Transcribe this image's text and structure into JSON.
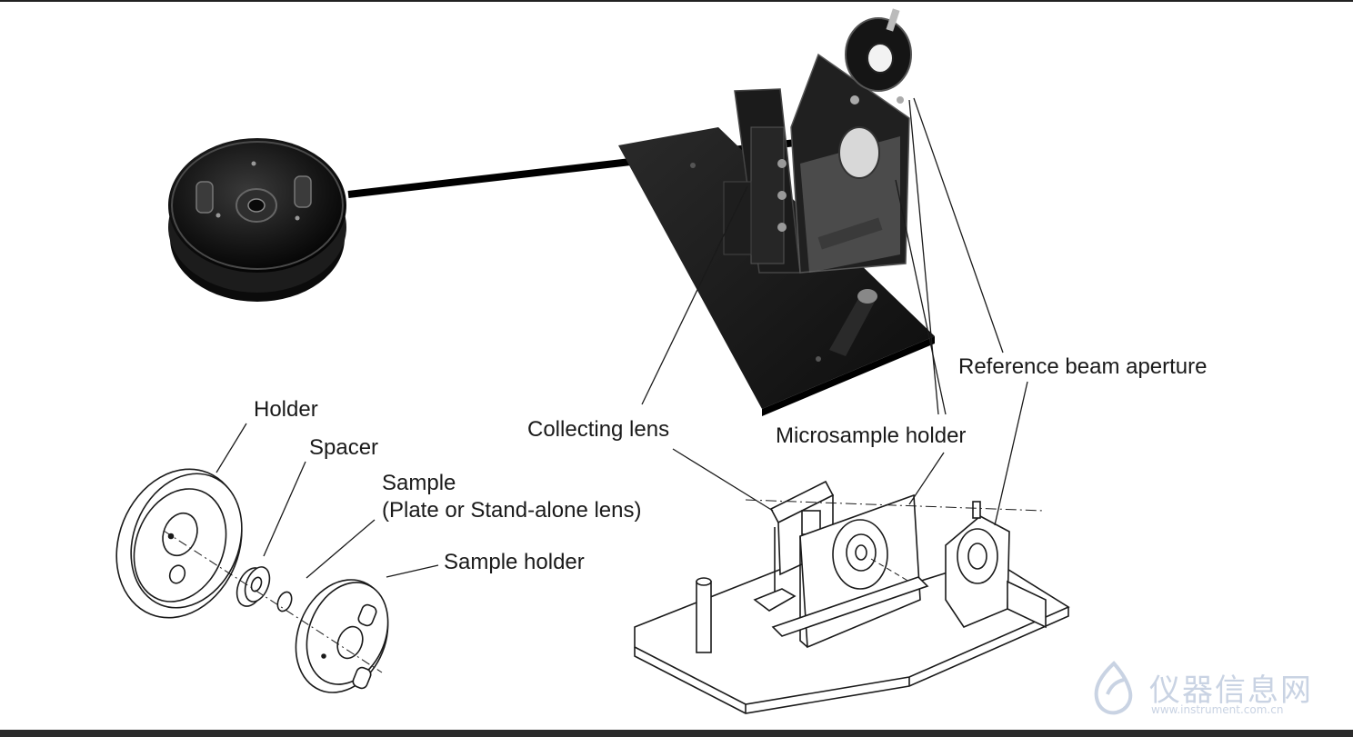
{
  "labels": {
    "holder": "Holder",
    "spacer": "Spacer",
    "sample_line1": "Sample",
    "sample_line2": "(Plate or Stand-alone lens)",
    "sample_holder": "Sample holder",
    "collecting_lens": "Collecting lens",
    "microsample_holder": "Microsample holder",
    "reference_beam_aperture": "Reference beam aperture"
  },
  "watermark": {
    "text": "仪器信息网",
    "url": "www.instrument.com.cn"
  },
  "colors": {
    "line": "#1a1a1a",
    "photo_dark": "#151515",
    "watermark": "#c9d3e3"
  },
  "icons": {
    "arrow": "arrow-right-icon",
    "logo": "instrument-logo-icon"
  }
}
